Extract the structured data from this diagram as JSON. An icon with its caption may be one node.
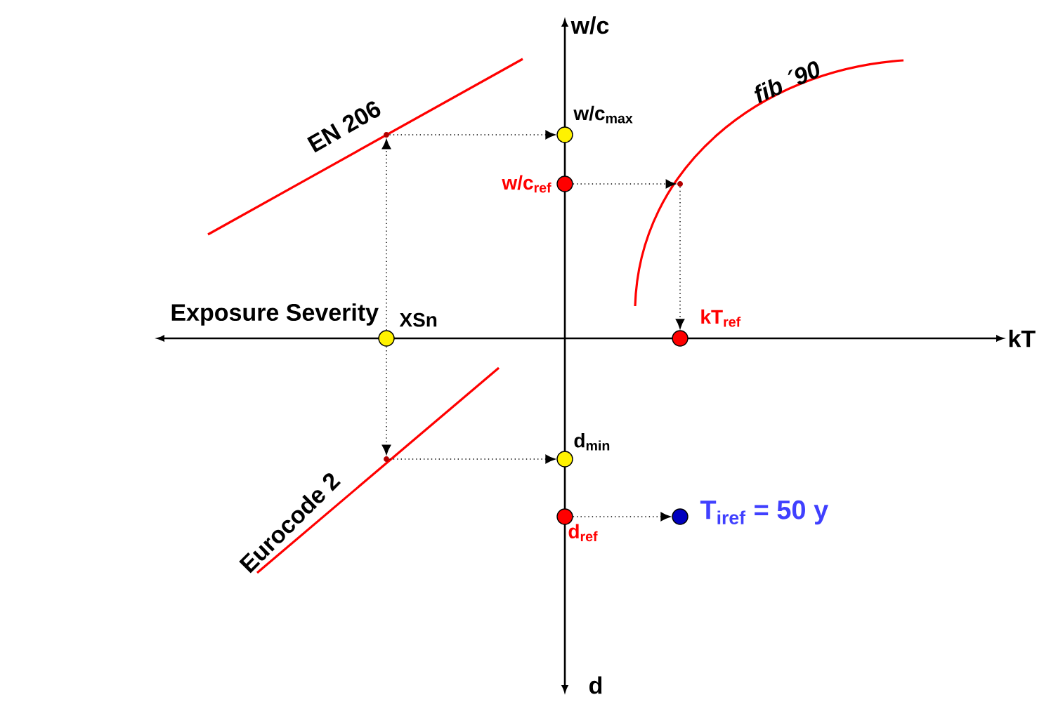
{
  "diagram": {
    "nodes": [
      {
        "text": [],
        "shape": "circle",
        "beside": [
          "XSn"
        ]
      },
      {
        "text": [],
        "shape": "point"
      },
      {
        "text": [],
        "shape": "circle",
        "beside": [
          "w/c$_{max}$"
        ]
      },
      {
        "text": [],
        "shape": "circle",
        "beside": [
          "w/c$_{ref}$"
        ]
      },
      {
        "text": [],
        "shape": "point"
      },
      {
        "text": [],
        "shape": "circle",
        "beside": [
          "kT$_{ref}$"
        ]
      },
      {
        "text": [],
        "shape": "point"
      },
      {
        "text": [],
        "shape": "circle",
        "beside": [
          "d$_{min}$"
        ]
      },
      {
        "text": [],
        "shape": "circle",
        "beside": [
          "d$_{ref}$"
        ]
      },
      {
        "text": [],
        "shape": "circle",
        "beside": [
          "T$_{iref}$ = 50 y"
        ]
      }
    ],
    "edges": [
      {
        "from": 0,
        "to": 1,
        "arrow": "to"
      },
      {
        "from": 1,
        "to": 2,
        "arrow": "to"
      },
      {
        "from": 3,
        "to": 4,
        "arrow": "to"
      },
      {
        "from": 4,
        "to": 5,
        "arrow": "to"
      },
      {
        "from": 0,
        "to": 6,
        "arrow": "to"
      },
      {
        "from": 6,
        "to": 7,
        "arrow": "to"
      },
      {
        "from": 8,
        "to": 9,
        "arrow": "to"
      }
    ],
    "labels": [
      "w/c",
      "EN 206",
      "fib ´90",
      "Exposure Severity",
      "kT",
      "Eurocode 2",
      "d"
    ]
  }
}
